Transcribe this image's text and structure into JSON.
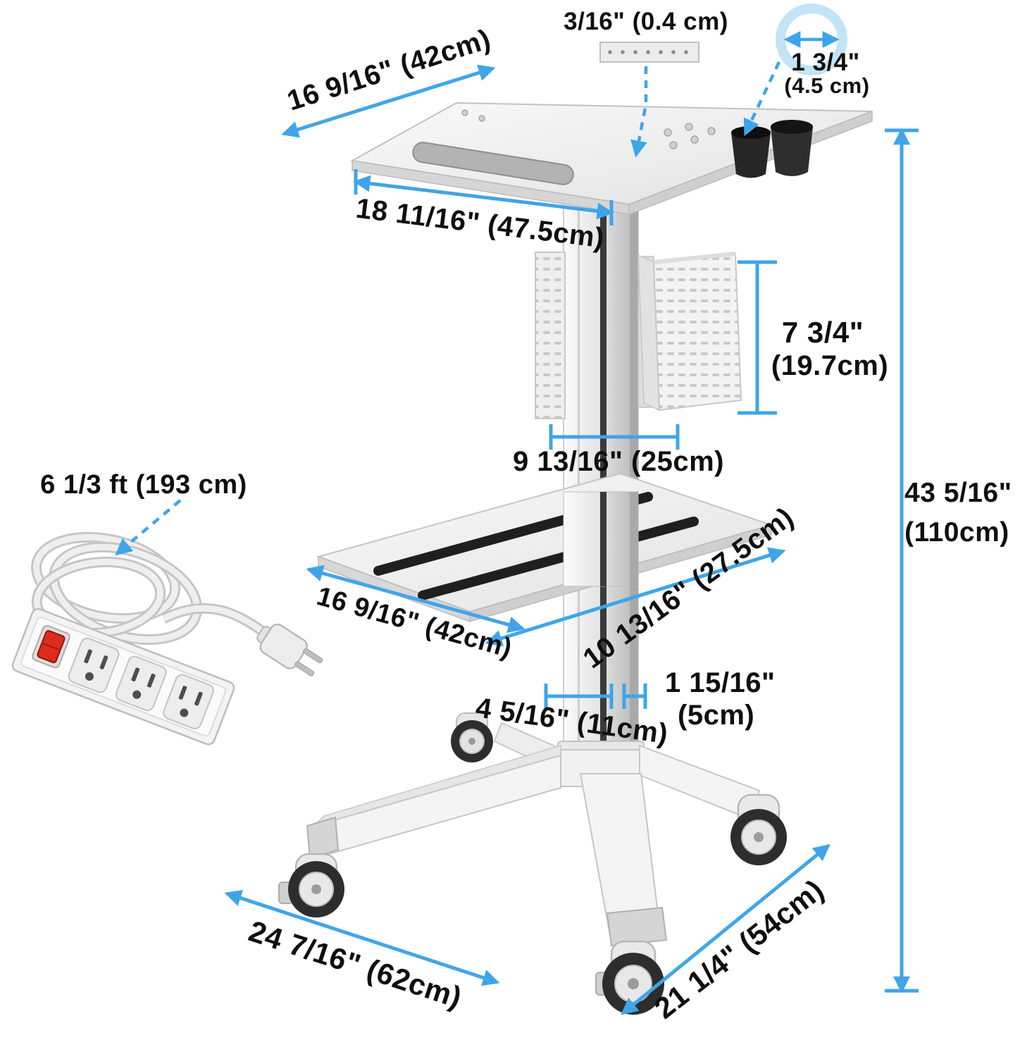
{
  "colors": {
    "dimension_blue": "#3fa5e8",
    "ring_light_blue": "#c3e3f7",
    "label_text": "#0f0f0f",
    "cart_body": "#f3f3f3",
    "switch_red": "#df2b1c"
  },
  "labels": {
    "top_depth": "16 9/16\" (42cm)",
    "top_hole": "3/16\" (0.4 cm)",
    "probe_dia_line1": "1 3/4\"",
    "probe_dia_line2": "(4.5 cm)",
    "top_width": "18 11/16\" (47.5cm)",
    "basket_height_line1": "7 3/4\"",
    "basket_height_line2": "(19.7cm)",
    "basket_width": "9 13/16\" (25cm)",
    "total_height_line1": "43 5/16\"",
    "total_height_line2": "(110cm)",
    "cord_length": "6 1/3 ft (193 cm)",
    "shelf_width": "16 9/16\" (42cm)",
    "shelf_depth": "10 13/16\" (27.5cm)",
    "column_width_line1": "1 15/16\"",
    "column_width_line2": "(5cm)",
    "column_depth": "4 5/16\"  (11cm)",
    "base_width": "24 7/16\" (62cm)",
    "base_depth": "21 1/4\" (54cm)"
  }
}
